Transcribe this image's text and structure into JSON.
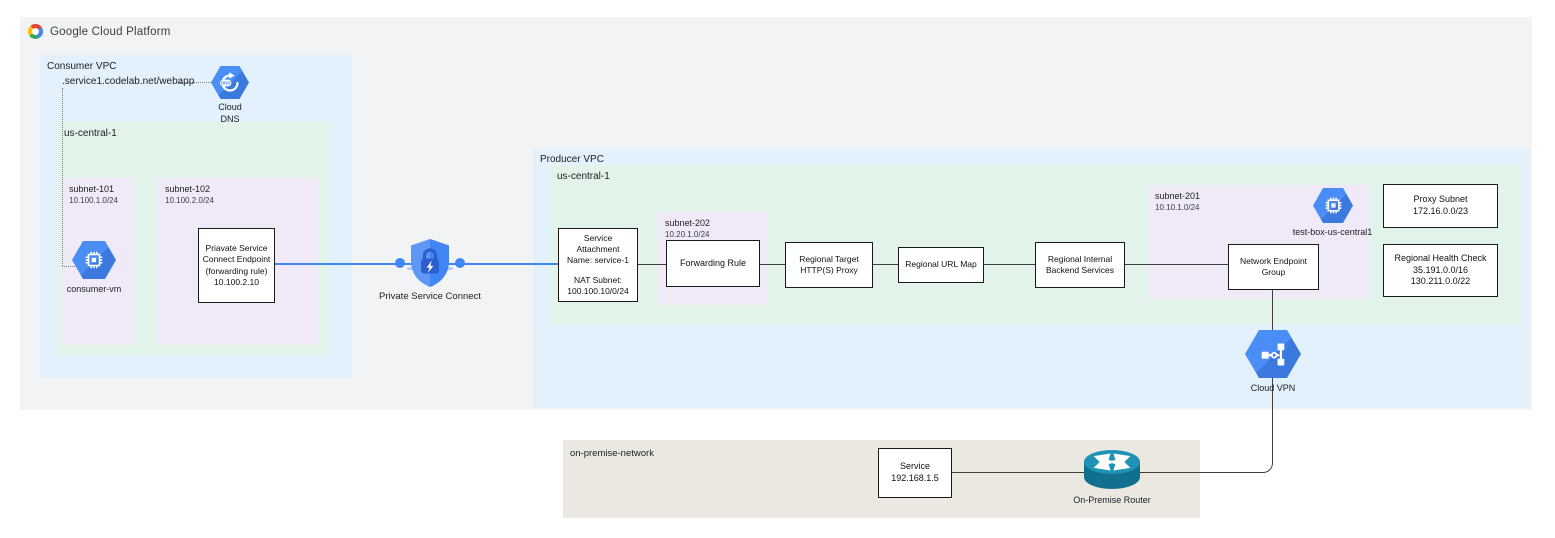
{
  "meta": {
    "brand": "Google Cloud Platform"
  },
  "colors": {
    "canvas_bg": "#f1f3f4",
    "vpc_bg": "#e3f1fc",
    "region_bg": "#e2f3e9",
    "subnet_bg": "#f0e9f8",
    "onprem_bg": "#ebe8e2",
    "gcp_blue": "#4285f4",
    "connector": "#3f3f3f",
    "router_teal": "#11708e"
  },
  "icons": {
    "dns_badge": "DNS"
  },
  "consumer": {
    "vpc_label": "Consumer VPC",
    "dns_record": ".service1.codelab.net/webapp",
    "cloud_dns": {
      "line1": "Cloud",
      "line2": "DNS"
    },
    "region_label": "us-central-1",
    "subnet101": {
      "name": "subnet-101",
      "cidr": "10.100.1.0/24"
    },
    "consumer_vm_label": "consumer-vm",
    "subnet102": {
      "name": "subnet-102",
      "cidr": "10.100.2.0/24"
    },
    "endpoint": {
      "lines": [
        "Priavate Service",
        "Connect Endpoint",
        "(forwarding rule)",
        "10.100.2.10"
      ]
    }
  },
  "psc_label": "Private Service Connect",
  "producer": {
    "vpc_label": "Producer VPC",
    "region_label": "us-central-1",
    "service_attachment": {
      "lines": [
        "Service",
        "Attachment",
        "Name: service-1"
      ],
      "lines2": [
        "NAT Subnet:",
        "100.100.10/0/24"
      ]
    },
    "subnet202": {
      "name": "subnet-202",
      "cidr": "10.20.1.0/24"
    },
    "forwarding_rule": "Forwarding Rule",
    "target_proxy": {
      "lines": [
        "Regional Target",
        "HTTP(S) Proxy"
      ]
    },
    "url_map": "Regional URL Map",
    "backend_services": {
      "lines": [
        "Regional Internal",
        "Backend Services"
      ]
    },
    "subnet201": {
      "name": "subnet-201",
      "cidr": "10.10.1.0/24"
    },
    "test_box_label": "test-box-us-central1",
    "neg": {
      "lines": [
        "Network Endpoint",
        "Group"
      ]
    },
    "proxy_subnet": {
      "lines": [
        "Proxy Subnet",
        "172.16.0.0/23"
      ]
    },
    "health_check": {
      "lines": [
        "Regional Health Check",
        "35.191.0.0/16",
        "130.211.0.0/22"
      ]
    },
    "cloud_vpn_label": "Cloud VPN"
  },
  "onprem": {
    "label": "on-premise-network",
    "service": {
      "lines": [
        "Service",
        "192.168.1.5"
      ]
    },
    "router_label": "On-Premise Router"
  }
}
